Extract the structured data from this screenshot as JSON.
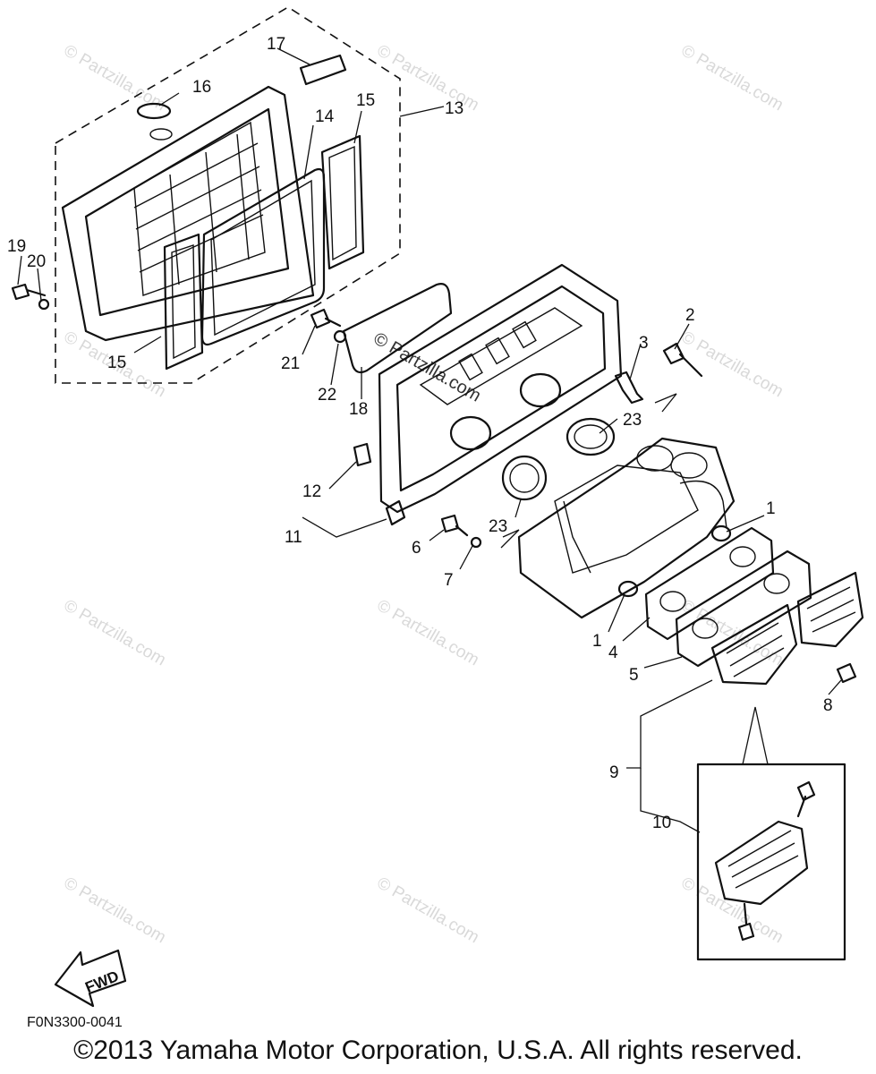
{
  "watermark": {
    "text": "© Partzilla.com"
  },
  "callouts": [
    "1",
    "2",
    "3",
    "4",
    "5",
    "6",
    "7",
    "8",
    "9",
    "10",
    "11",
    "12",
    "13",
    "14",
    "15",
    "16",
    "17",
    "18",
    "19",
    "20",
    "21",
    "22",
    "23"
  ],
  "fwd_label": "FWD",
  "figure_code": "F0N3300-0041",
  "copyright": "©2013 Yamaha Motor Corporation, U.S.A. All rights reserved."
}
